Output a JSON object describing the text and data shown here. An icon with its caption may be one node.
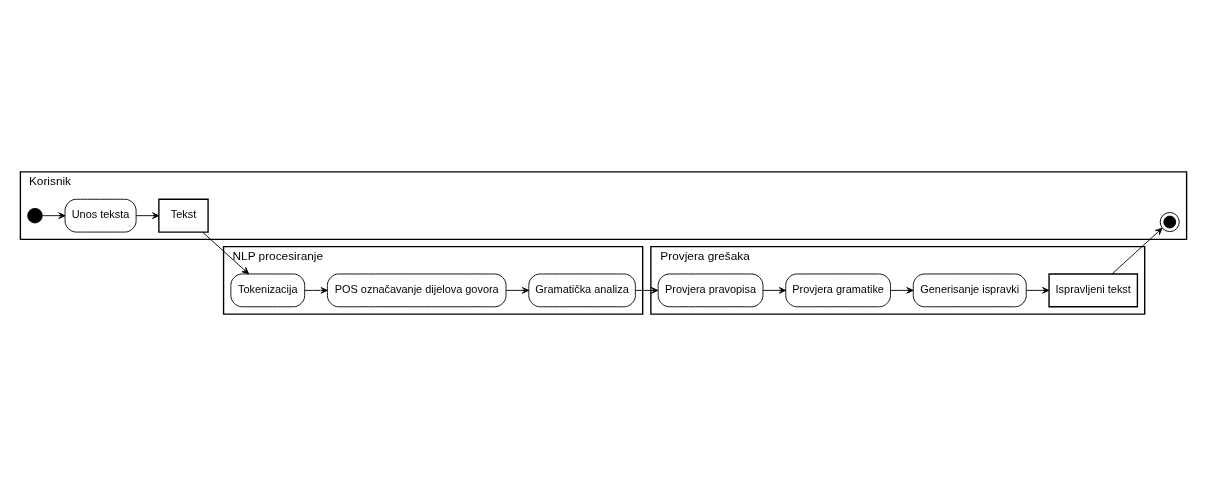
{
  "diagram": {
    "nodes": [
      {
        "text": [
          "Korisnik"
        ]
      },
      {
        "text": [],
        "shape": "circle",
        "in": 0
      },
      {
        "text": [
          "Unos teksta"
        ],
        "in": 0
      },
      {
        "text": [
          "Tekst"
        ],
        "in": 0
      },
      {
        "text": [],
        "shape": "circle",
        "in": 0
      },
      {
        "text": [
          "NLP procesiranje"
        ]
      },
      {
        "text": [
          "Tokenizacija"
        ],
        "in": 5
      },
      {
        "text": [
          "POS označavanje dijelova govora"
        ],
        "in": 5
      },
      {
        "text": [
          "Gramatička analiza"
        ],
        "in": 5
      },
      {
        "text": [
          "Provjera grešaka"
        ]
      },
      {
        "text": [
          "Provjera pravopisa"
        ],
        "in": 9
      },
      {
        "text": [
          "Provjera gramatike"
        ],
        "in": 9
      },
      {
        "text": [
          "Generisanje ispravki"
        ],
        "in": 9
      },
      {
        "text": [
          "Ispravljeni tekst"
        ],
        "in": 9
      }
    ],
    "edges": [
      {
        "from": 1,
        "to": 2,
        "arrow": "to"
      },
      {
        "from": 2,
        "to": 3,
        "arrow": "to"
      },
      {
        "from": 3,
        "to": 6,
        "arrow": "to"
      },
      {
        "from": 6,
        "to": 7,
        "arrow": "to"
      },
      {
        "from": 7,
        "to": 8,
        "arrow": "to"
      },
      {
        "from": 8,
        "to": 10,
        "arrow": "to"
      },
      {
        "from": 10,
        "to": 11,
        "arrow": "to"
      },
      {
        "from": 11,
        "to": 12,
        "arrow": "to"
      },
      {
        "from": 12,
        "to": 13,
        "arrow": "to"
      },
      {
        "from": 13,
        "to": 4,
        "arrow": "to"
      }
    ]
  }
}
